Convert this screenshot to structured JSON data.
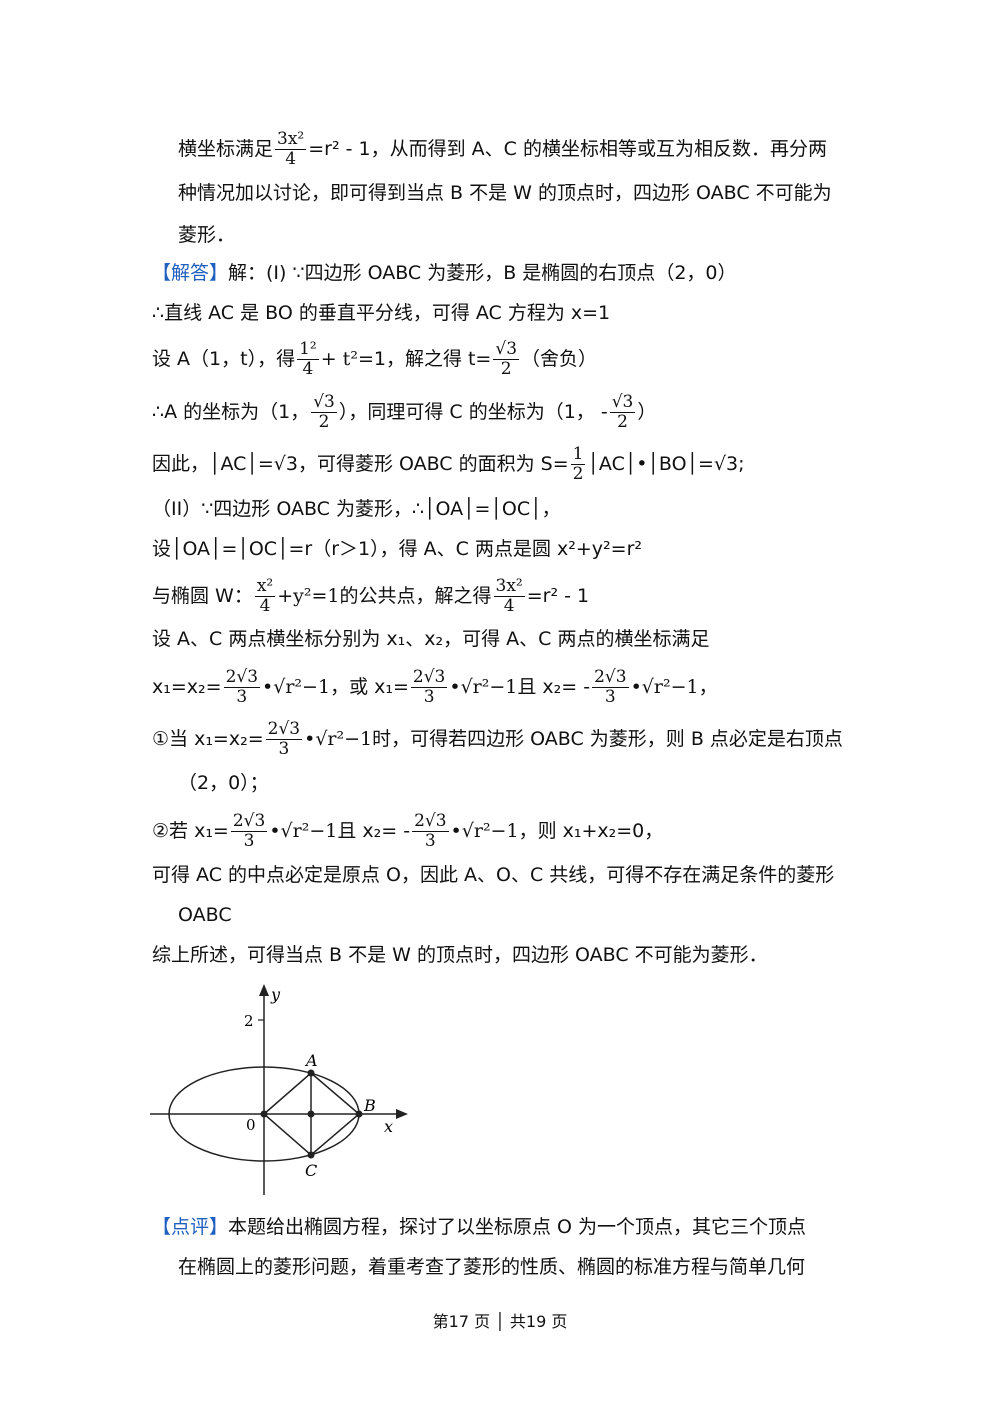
{
  "analysis_tail": {
    "l1_pre": "横坐标满足",
    "l1_post": "=r² - 1，从而得到 A、C 的横坐标相等或互为相反数．再分两",
    "l2": "种情况加以讨论，即可得到当点 B 不是 W 的顶点时，四边形 OABC 不可能为",
    "l3": "菱形．"
  },
  "solution": {
    "tag": "【解答】",
    "p1": "解：(I) ∵四边形 OABC 为菱形，B 是椭圆的右顶点（2，0）",
    "p2": "∴直线 AC 是 BO 的垂直平分线，可得 AC 方程为 x=1",
    "p3_pre": "设 A（1，t），得",
    "p3_mid": "=1，解之得 t=",
    "p3_post": "（舍负）",
    "p4_pre": "∴A 的坐标为（1，",
    "p4_mid": "），同理可得 C 的坐标为（1，  -",
    "p4_post": "）",
    "p5_pre": "因此，",
    "p5_mid": "，可得菱形 OABC 的面积为 S=",
    "p5_post": "=√3;",
    "p6": "（II）∵四边形 OABC 为菱形，∴│OA│=│OC│，",
    "p7": "设│OA│=│OC│=r（r＞1），得 A、C 两点是圆 x²+y²=r²",
    "p8_pre": "与椭圆 W：",
    "p8_mid": "的公共点，解之得",
    "p8_post": "=r² - 1",
    "p9": "设 A、C 两点横坐标分别为 x₁、x₂，可得 A、C 两点的横坐标满足",
    "p10_a": "x₁=x₂=",
    "p10_b": "，或 x₁=",
    "p10_c": "且 x₂= -",
    "p10_d": "，",
    "p11_a": "①当 x₁=x₂=",
    "p11_b": "时，可得若四边形 OABC 为菱形，则 B 点必定是右顶点",
    "p12": "（2，0）；",
    "p13_a": "②若 x₁=",
    "p13_b": "且 x₂= -",
    "p13_c": "，则 x₁+x₂=0，",
    "p14": "可得 AC 的中点必定是原点 O，因此 A、O、C 共线，可得不存在满足条件的菱形",
    "p15": "OABC",
    "p16": "综上所述，可得当点 B 不是 W 的顶点时，四边形 OABC 不可能为菱形．"
  },
  "math": {
    "frac_3x2_num": "3x²",
    "frac_den_4": "4",
    "frac_1sq_num": "1²",
    "plus_t2": "+ t²",
    "sqrt3_num": "√3",
    "den_2": "2",
    "abs_ac": "│AC│=√3",
    "half_num": "1",
    "area_expr": "│AC│•│BO│",
    "x2_num": "x²",
    "plus_y2_eq1": "+y²=1",
    "coef_num": "2√3",
    "den_3": "3",
    "root_expr": "•√r²−1"
  },
  "figure": {
    "axis_y": "y",
    "axis_x": "x",
    "tick_2": "2",
    "origin": "0",
    "point_a": "A",
    "point_b": "B",
    "point_c": "C"
  },
  "review": {
    "tag": "【点评】",
    "l1": "本题给出椭圆方程，探讨了以坐标原点 O 为一个顶点，其它三个顶点",
    "l2": "在椭圆上的菱形问题，着重考查了菱形的性质、椭圆的标准方程与简单几何"
  },
  "footer": {
    "text": "第17 页  │  共19 页"
  }
}
